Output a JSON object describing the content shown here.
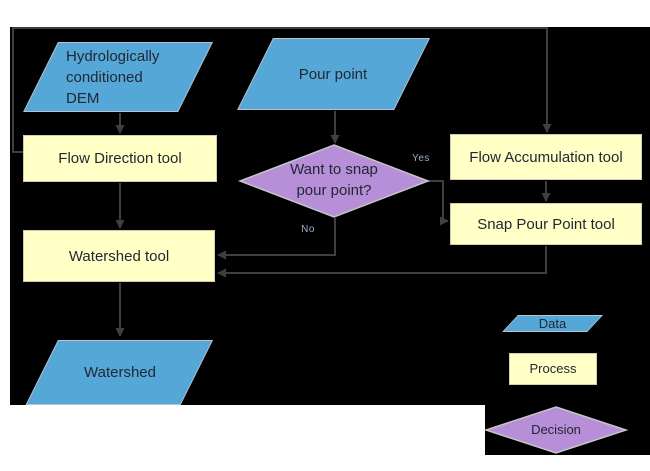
{
  "diagram": {
    "nodes": {
      "dem": {
        "label": "Hydrologically\nconditioned\nDEM",
        "type": "data"
      },
      "pour_point": {
        "label": "Pour point",
        "type": "data"
      },
      "flow_direction": {
        "label": "Flow Direction tool",
        "type": "process"
      },
      "flow_accumulation": {
        "label": "Flow Accumulation tool",
        "type": "process"
      },
      "snap_pour_point": {
        "label": "Snap Pour Point tool",
        "type": "process"
      },
      "decision_snap": {
        "label": "Want to snap\npour point?",
        "type": "decision"
      },
      "watershed_tool": {
        "label": "Watershed tool",
        "type": "process"
      },
      "watershed": {
        "label": "Watershed",
        "type": "data"
      }
    },
    "edge_labels": {
      "yes": "Yes",
      "no": "No"
    },
    "legend": {
      "data": "Data",
      "process": "Process",
      "decision": "Decision"
    },
    "colors": {
      "data_fill": "#55a7d8",
      "process_fill": "#ffffc6",
      "decision_fill": "#b78fd9",
      "connector": "#3f3f3f",
      "background": "#000000"
    }
  }
}
